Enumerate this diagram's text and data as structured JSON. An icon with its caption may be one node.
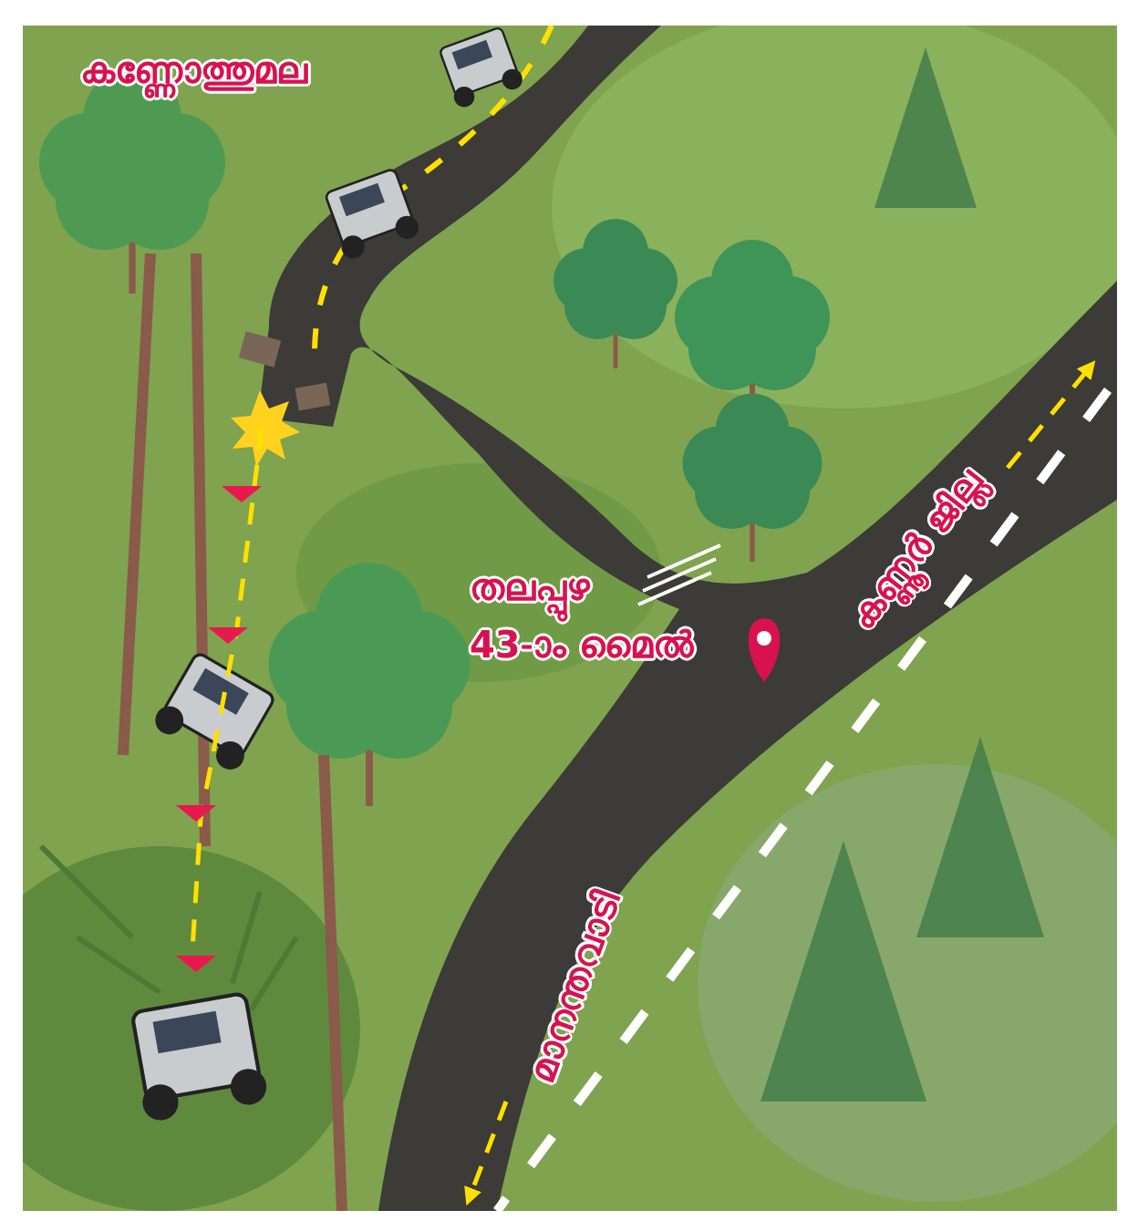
{
  "diagram": {
    "labels": [
      "കണ്ണോത്തുമല",
      "തലപ്പുഴ",
      "43-ാം മൈൽ",
      "കണ്ണൂർ ജില്ല",
      "മാനന്തവാടി"
    ]
  }
}
